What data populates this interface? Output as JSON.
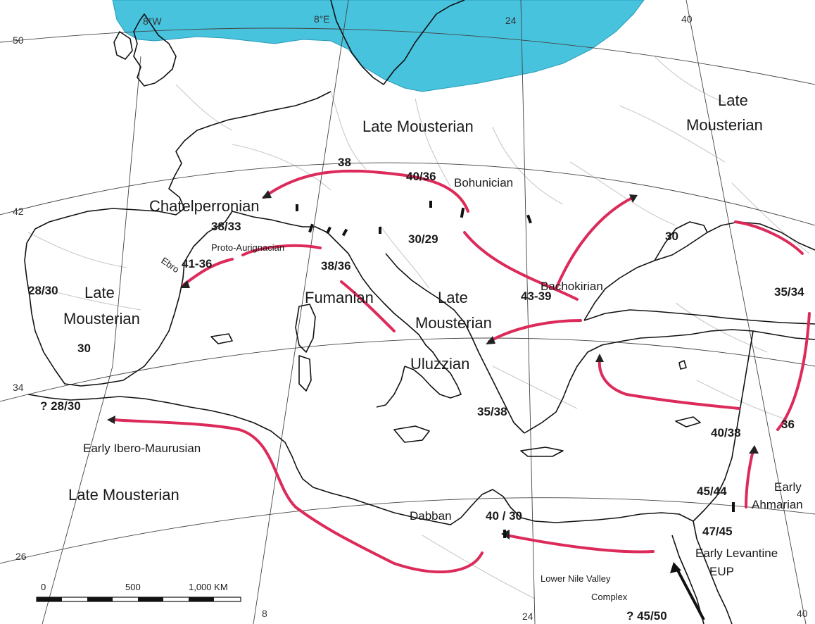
{
  "grid_labels": {
    "lon_8w": "8°W",
    "lon_8e_top": "8°E",
    "lon_24_top": "24",
    "lon_40_top": "40",
    "lat_50": "50",
    "lat_42": "42",
    "lat_34": "34",
    "lat_26": "26",
    "lon_8_bottom": "8",
    "lon_24_bottom": "24",
    "lon_40_bottom": "40"
  },
  "cultures": {
    "late_mousterian_north": "Late Mousterian",
    "late_mousterian_east_1": "Late",
    "late_mousterian_east_2": "Mousterian",
    "chatelperronian": "Chatelperronian",
    "proto_aurignacian": "Proto-Aurignacian",
    "bohunician": "Bohunician",
    "bachokirian": "Bachokirian",
    "fumanian": "Fumanian",
    "late_mousterian_italy_1": "Late",
    "late_mousterian_italy_2": "Mousterian",
    "late_mousterian_iberia_1": "Late",
    "late_mousterian_iberia_2": "Mousterian",
    "uluzzian": "Uluzzian",
    "early_ibero_maurusian": "Early Ibero-Maurusian",
    "late_mousterian_africa": "Late Mousterian",
    "dabban": "Dabban",
    "early_ahmarian_1": "Early",
    "early_ahmarian_2": "Ahmarian",
    "early_levantine_1": "Early Levantine",
    "early_levantine_2": "EUP",
    "lower_nile_1": "Lower Nile Valley",
    "lower_nile_2": "Complex",
    "ebro": "Ebro"
  },
  "dates": {
    "d38": "38",
    "d40_36": "40/36",
    "d38_33": "38/33",
    "d30_29": "30/29",
    "d30_crimea": "30",
    "d41_36": "41-36",
    "d38_36": "38/36",
    "d43_39": "43-39",
    "d35_34": "35/34",
    "d28_30_iberia": "28/30",
    "d30_iberia": "30",
    "d28_30_africa": "? 28/30",
    "d35_38": "35/38",
    "d40_38": "40/38",
    "d36": "36",
    "d45_44": "45/44",
    "d47_45": "47/45",
    "d40_30": "40 / 30",
    "d45_50": "? 45/50"
  },
  "scale_bar": {
    "tick_0": "0",
    "tick_500": "500",
    "tick_1000": "1,000 KM"
  },
  "colors": {
    "ice_sheet": "#47c3de",
    "arrow": "#dc2a5a",
    "coastline": "#111111",
    "background": "#ffffff"
  }
}
